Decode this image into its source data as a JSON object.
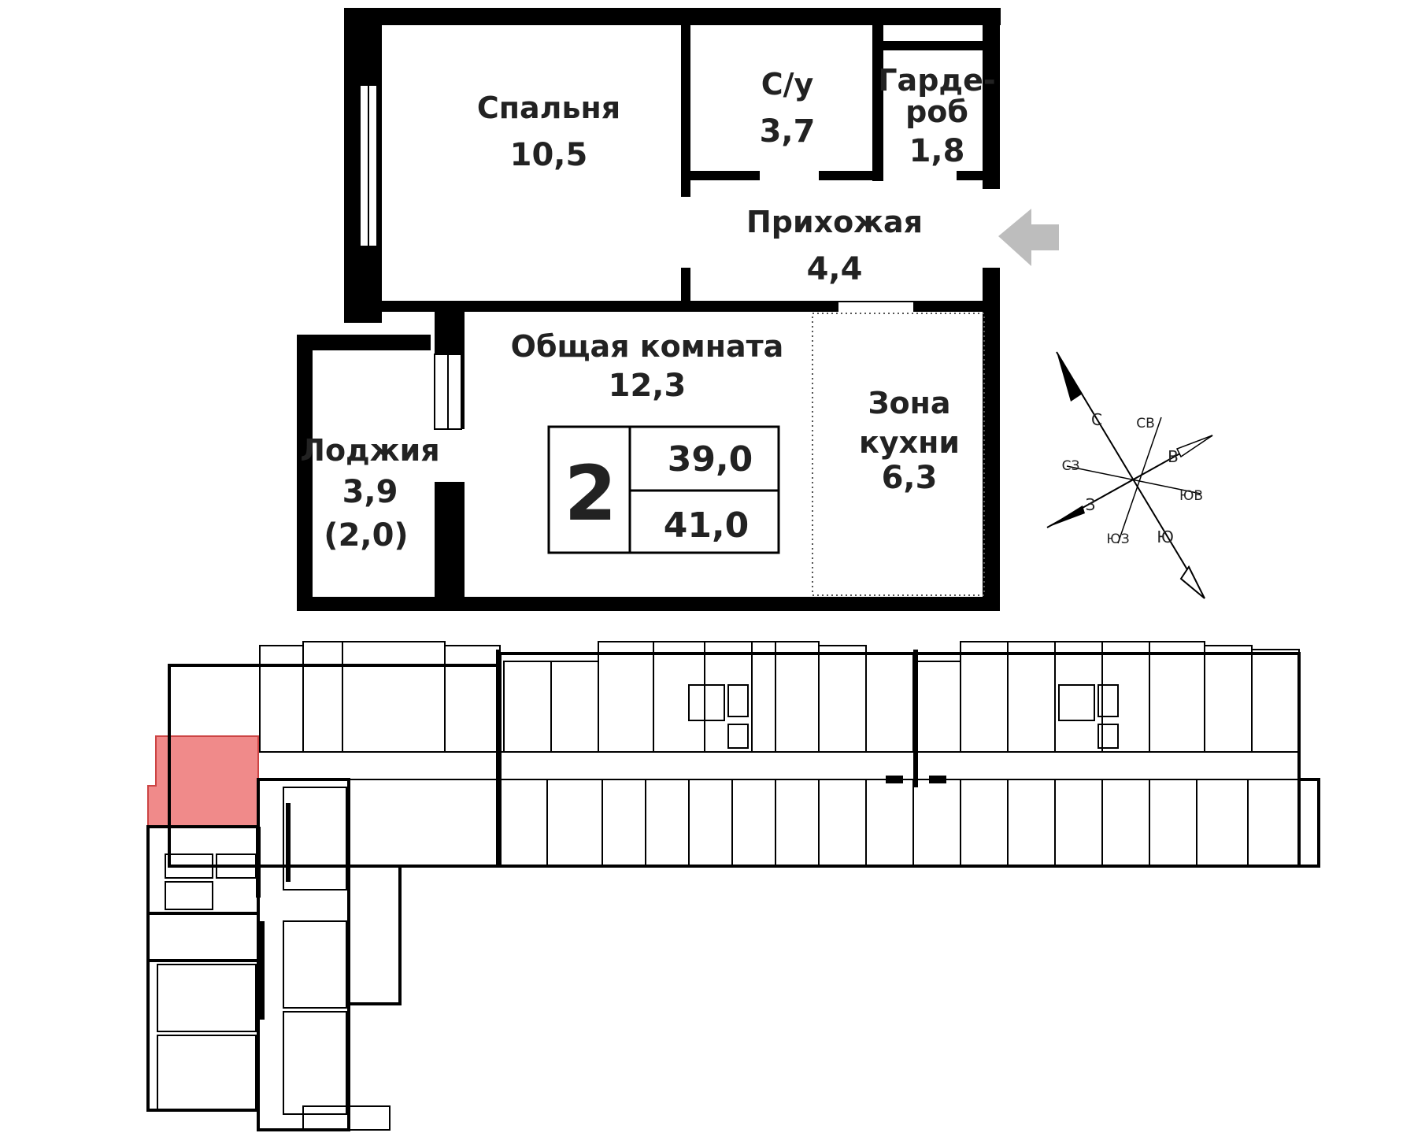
{
  "apartment": {
    "rooms": {
      "bedroom": {
        "name": "Спальня",
        "area": "10,5"
      },
      "bathroom": {
        "name": "С/у",
        "area": "3,7"
      },
      "wardrobe": {
        "name_line1": "Гарде-",
        "name_line2": "роб",
        "area": "1,8"
      },
      "hallway": {
        "name": "Прихожая",
        "area": "4,4"
      },
      "living": {
        "name": "Общая комната",
        "area": "12,3"
      },
      "kitchen": {
        "name_line1": "Зона",
        "name_line2": "кухни",
        "area": "6,3"
      },
      "loggia": {
        "name": "Лоджия",
        "area": "3,9",
        "area_reduced": "(2,0)"
      }
    },
    "summary": {
      "room_count": "2",
      "living_total": "39,0",
      "total_area": "41,0"
    }
  },
  "compass": {
    "N": "С",
    "S": "Ю",
    "E": "В",
    "W": "З",
    "NE": "СВ",
    "SE": "ЮВ",
    "SW": "ЮЗ",
    "NW": "СЗ"
  },
  "floor_plan": {
    "highlight_color": "#f08a8a",
    "entrance_arrow_color": "#bdbdbd"
  }
}
